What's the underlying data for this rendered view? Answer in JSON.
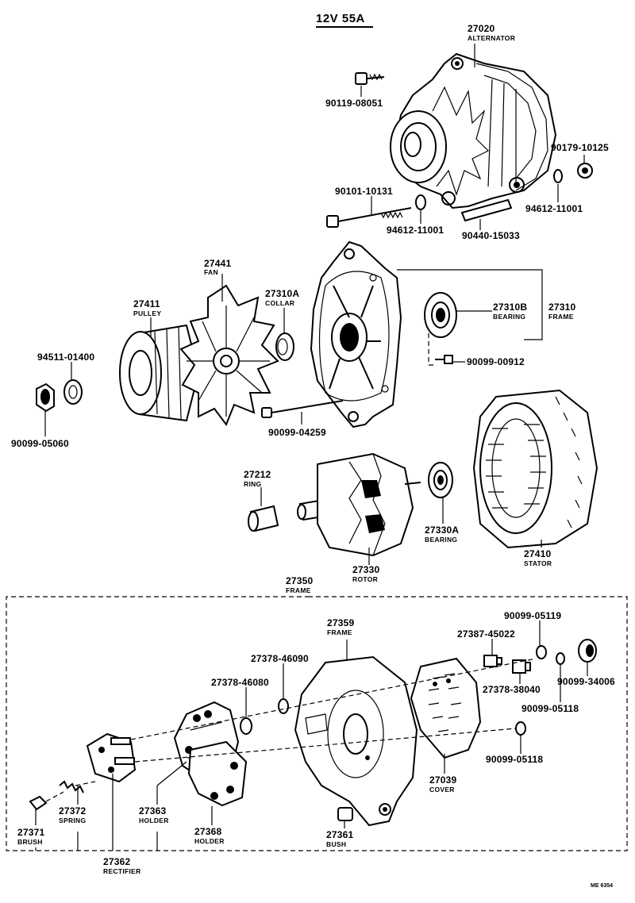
{
  "header": {
    "title": "12V 55A",
    "footer_code": "ME 6354"
  },
  "labels": {
    "p27020": {
      "num": "27020",
      "name": "ALTERNATOR"
    },
    "p90119": {
      "num": "90119-08051"
    },
    "p90179": {
      "num": "90179-10125"
    },
    "p90101": {
      "num": "90101-10131"
    },
    "p94612a": {
      "num": "94612-11001"
    },
    "p94612b": {
      "num": "94612-11001"
    },
    "p90440": {
      "num": "90440-15033"
    },
    "p27441": {
      "num": "27441",
      "name": "FAN"
    },
    "p27411": {
      "num": "27411",
      "name": "PULLEY"
    },
    "p27310a": {
      "num": "27310A",
      "name": "COLLAR"
    },
    "p27310b": {
      "num": "27310B",
      "name": "BEARING"
    },
    "p27310": {
      "num": "27310",
      "name": "FRAME"
    },
    "p94511": {
      "num": "94511-01400"
    },
    "p90099_00912": {
      "num": "90099-00912"
    },
    "p90099_05060": {
      "num": "90099-05060"
    },
    "p90099_04259": {
      "num": "90099-04259"
    },
    "p27212": {
      "num": "27212",
      "name": "RING"
    },
    "p27330a": {
      "num": "27330A",
      "name": "BEARING"
    },
    "p27410": {
      "num": "27410",
      "name": "STATOR"
    },
    "p27330": {
      "num": "27330",
      "name": "ROTOR"
    },
    "p27350": {
      "num": "27350",
      "name": "FRAME"
    },
    "p27359": {
      "num": "27359",
      "name": "FRAME"
    },
    "p90099_05119": {
      "num": "90099-05119"
    },
    "p27387": {
      "num": "27387-45022"
    },
    "p27378a": {
      "num": "27378-46090"
    },
    "p27378b": {
      "num": "27378-46080"
    },
    "p27378c": {
      "num": "27378-38040"
    },
    "p90099_34006": {
      "num": "90099-34006"
    },
    "p90099_05118a": {
      "num": "90099-05118"
    },
    "p90099_05118b": {
      "num": "90099-05118"
    },
    "p27039": {
      "num": "27039",
      "name": "COVER"
    },
    "p27372": {
      "num": "27372",
      "name": "SPRING"
    },
    "p27363": {
      "num": "27363",
      "name": "HOLDER"
    },
    "p27368": {
      "num": "27368",
      "name": "HOLDER"
    },
    "p27361": {
      "num": "27361",
      "name": "BUSH"
    },
    "p27371": {
      "num": "27371",
      "name": "BRUSH"
    },
    "p27362": {
      "num": "27362",
      "name": "RECTIFIER"
    }
  }
}
